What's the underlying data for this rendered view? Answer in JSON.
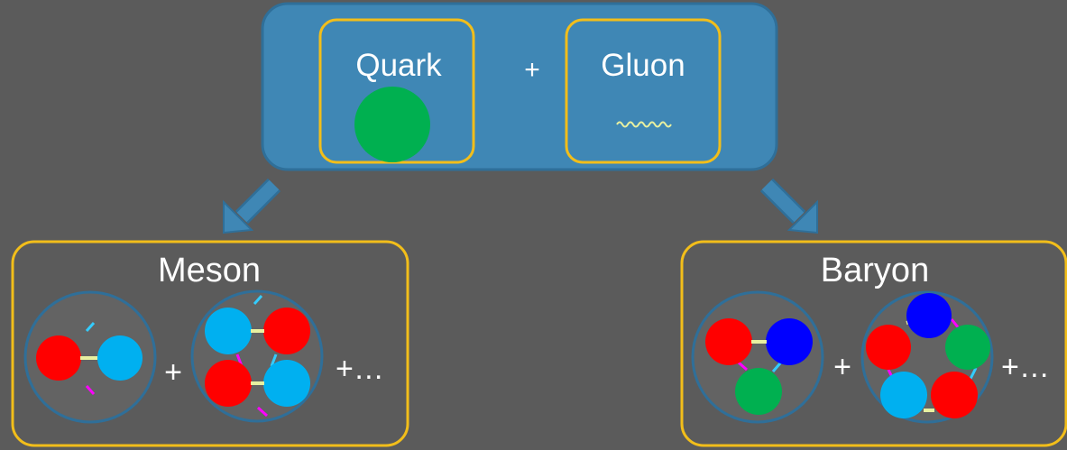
{
  "top": {
    "quark_label": "Quark",
    "plus": "+",
    "gluon_label": "Gluon"
  },
  "meson": {
    "title": "Meson",
    "plus": "+",
    "ellipsis": "+…"
  },
  "baryon": {
    "title": "Baryon",
    "plus": "+",
    "ellipsis": "+…"
  },
  "colors": {
    "background": "#5b5b5b",
    "top_box": "#3f87b5",
    "frame_gold": "#f2be1a",
    "quark_red": "#ff0000",
    "quark_blue": "#0000ff",
    "quark_cyan": "#00b0f0",
    "quark_green": "#00b050",
    "gluon_yellow": "#e8f0a0",
    "string_magenta": "#ff00ff",
    "string_cyan": "#33ccff"
  }
}
